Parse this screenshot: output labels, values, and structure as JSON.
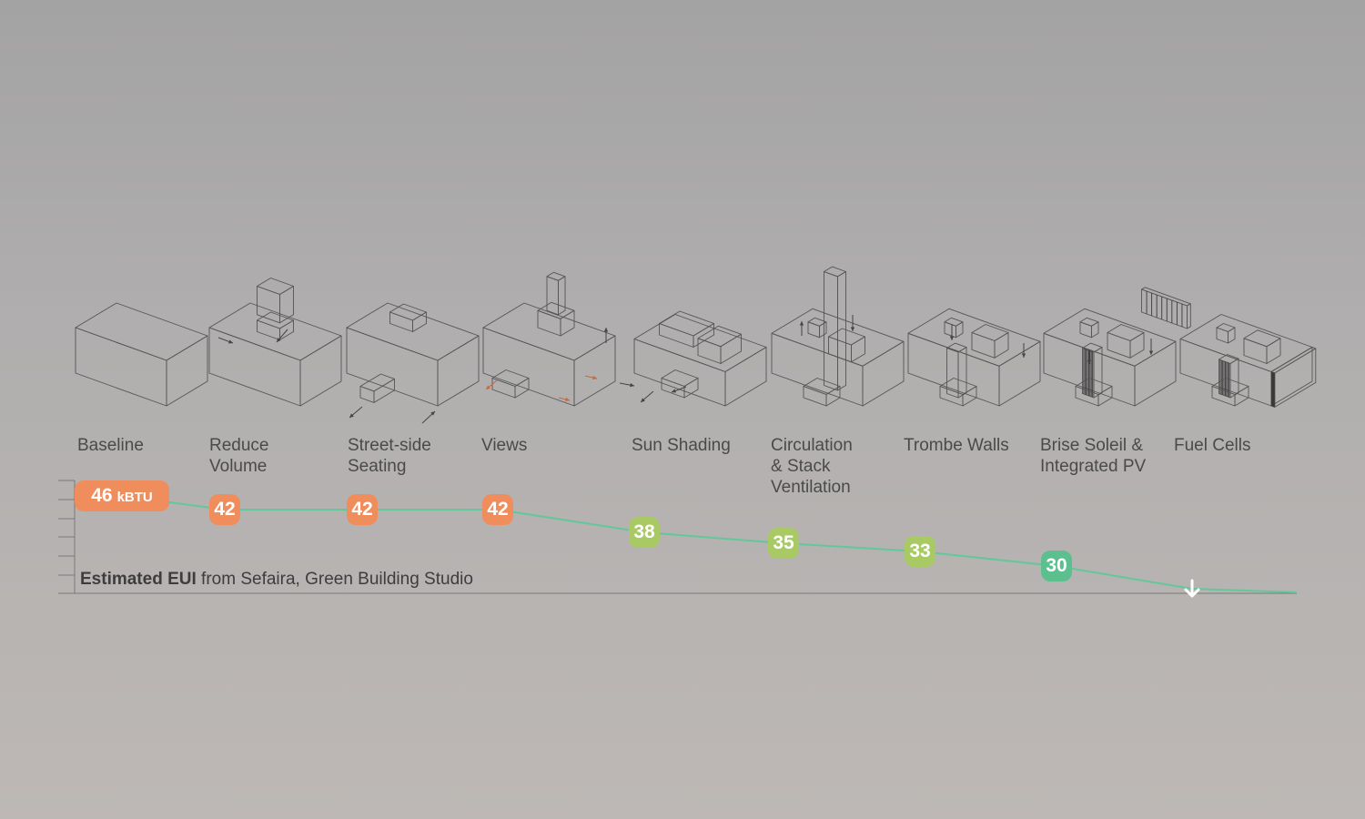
{
  "steps": [
    {
      "label": "Baseline",
      "value": "46",
      "unit": "kBTU",
      "color": "#f08d5c"
    },
    {
      "label": "Reduce\nVolume",
      "value": "42",
      "color": "#f08d5c"
    },
    {
      "label": "Street-side\nSeating",
      "value": "42",
      "color": "#f08d5c"
    },
    {
      "label": "Views",
      "value": "42",
      "color": "#f08d5c"
    },
    {
      "label": "Sun Shading",
      "value": "38",
      "color": "#a9c965"
    },
    {
      "label": "Circulation\n& Stack\nVentilation",
      "value": "35",
      "color": "#a9c965"
    },
    {
      "label": "Trombe Walls",
      "value": "33",
      "color": "#a9c965"
    },
    {
      "label": "Brise Soleil &\nIntegrated PV",
      "value": "30",
      "color": "#5cc08e"
    },
    {
      "label": "Fuel Cells",
      "value": "",
      "color": "#ffffff"
    }
  ],
  "caption": {
    "bold": "Estimated EUI",
    "rest": " from Sefaira, Green Building Studio"
  },
  "line_color": "#63c79a",
  "icons": [
    "arrow-down-icon"
  ]
}
